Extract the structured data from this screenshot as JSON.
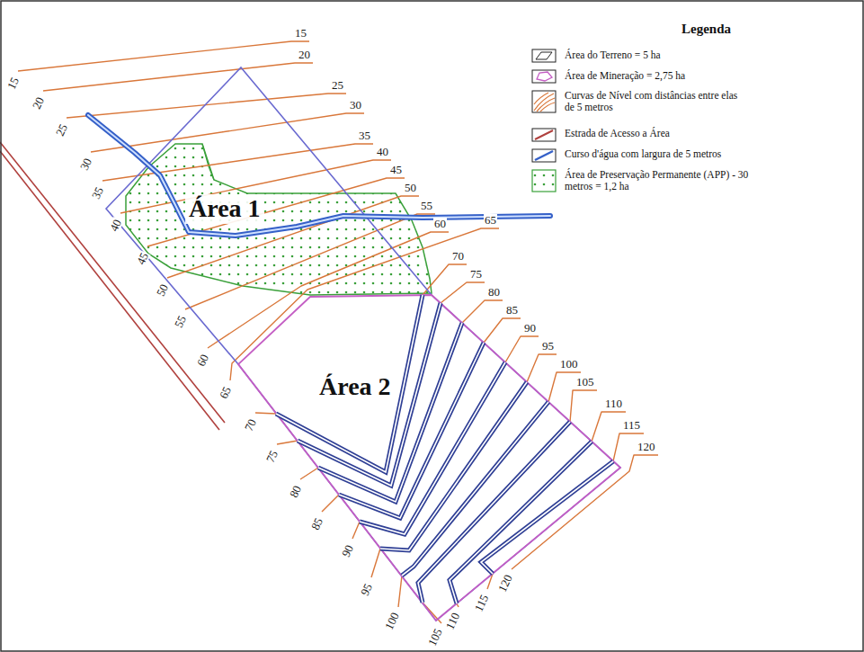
{
  "diagram": {
    "nodes": [
      {
        "text": [
          "Área 1"
        ]
      },
      {
        "text": [
          "Área 2"
        ]
      }
    ],
    "labels": [
      "Legenda",
      "15",
      "20",
      "25",
      "30",
      "35",
      "40",
      "45",
      "50",
      "55",
      "60",
      "65",
      "70",
      "75",
      "80",
      "85",
      "90",
      "95",
      "100",
      "105",
      "110",
      "115",
      "120",
      "15",
      "20",
      "25",
      "30",
      "35",
      "40",
      "45",
      "50",
      "55",
      "60",
      "65",
      "70",
      "75",
      "80",
      "85",
      "90",
      "95",
      "100",
      "105",
      "110",
      "115",
      "120"
    ],
    "legend": [
      {
        "text": "Área do Terreno = 5 ha"
      },
      {
        "text": "Área de Mineração = 2,75 ha"
      },
      {
        "text": "Curvas de Nível com distâncias entre elas de 5 metros"
      },
      {
        "text": "Estrada de Acesso a Área"
      },
      {
        "text": "Curso d'água com largura de 5 metros"
      },
      {
        "text": "Área de Preservação Permanente (APP) - 30 metros = 1,2 ha"
      }
    ]
  }
}
